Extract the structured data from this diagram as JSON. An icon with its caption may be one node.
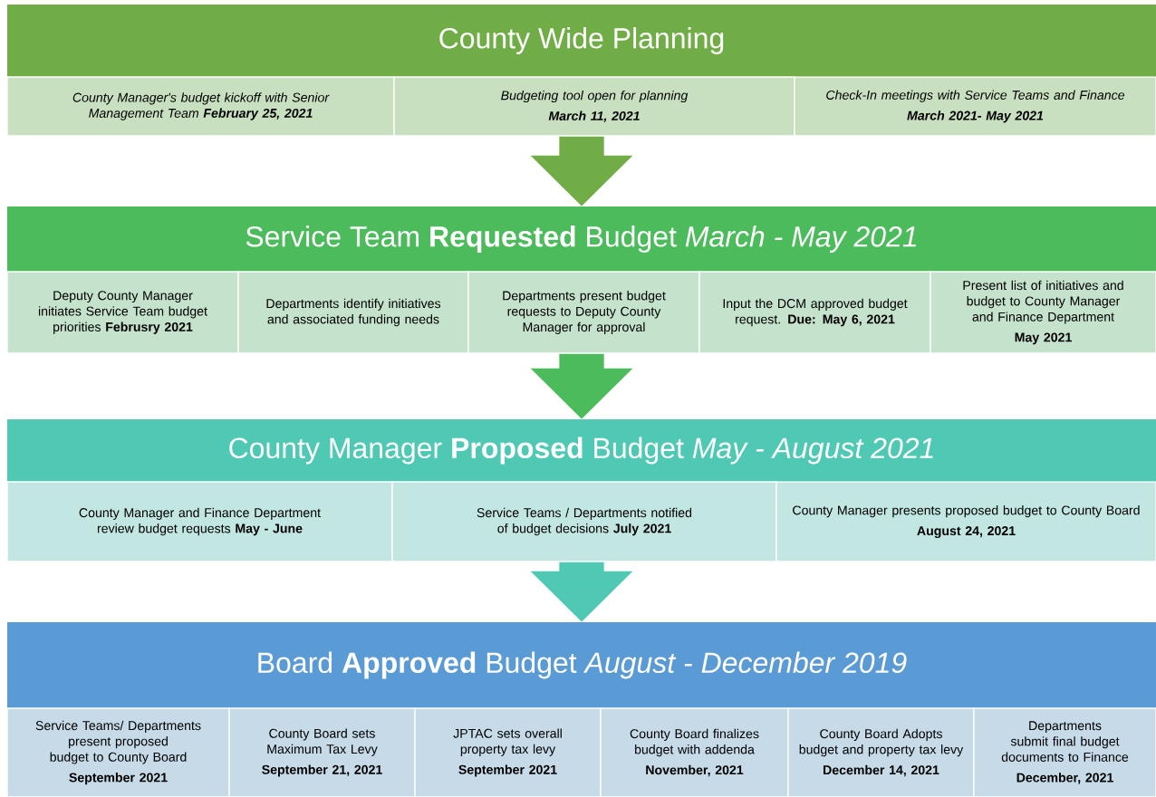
{
  "diagram": {
    "nodes": [
      {
        "text": [
          "County Wide Planning"
        ]
      },
      {
        "text": [
          "County Manager's budget kickoff with Senior Management Team **February 25, 2021**"
        ]
      },
      {
        "text": [
          "Budgeting tool open for planning",
          "March 11, 2021"
        ]
      },
      {
        "text": [
          "Check-In meetings with Service Teams and Finance",
          "March 2021- May 2021"
        ]
      },
      {
        "text": [
          "Service Team **Requested** Budget *March - May 2021*"
        ]
      },
      {
        "text": [
          "Deputy County Manager initiates Service Team budget priorities **Februsry 2021**"
        ]
      },
      {
        "text": [
          "Departments identify initiatives and associated funding needs"
        ]
      },
      {
        "text": [
          "Departments present budget requests to Deputy County Manager for approval"
        ]
      },
      {
        "text": [
          "Input the DCM approved budget request. **Due: May 6, 2021**"
        ]
      },
      {
        "text": [
          "Present list of initiatives and budget to County Manager and Finance Department",
          "May 2021"
        ]
      },
      {
        "text": [
          "County Manager **Proposed** Budget *May - August 2021*"
        ]
      },
      {
        "text": [
          "County Manager and Finance Department review budget requests **May - June**"
        ]
      },
      {
        "text": [
          "Service Teams / Departments notified of budget decisions **July 2021**"
        ]
      },
      {
        "text": [
          "County Manager presents proposed budget to County Board",
          "August 24, 2021"
        ]
      },
      {
        "text": [
          "Board **Approved** Budget *August - December 2019*"
        ]
      },
      {
        "text": [
          "Service Teams/ Departments present proposed budget to County Board",
          "September 2021"
        ]
      },
      {
        "text": [
          "County Board sets Maximum Tax Levy",
          "September 21, 2021"
        ]
      },
      {
        "text": [
          "JPTAC sets overall property tax levy",
          "September 2021"
        ]
      },
      {
        "text": [
          "County Board finalizes budget with addenda",
          "November, 2021"
        ]
      },
      {
        "text": [
          "County Board Adopts budget and property tax levy",
          "December 14, 2021"
        ]
      },
      {
        "text": [
          "Departments submit final budget documents to Finance",
          "December, 2021"
        ]
      }
    ],
    "edges": [
      {
        "from": 2,
        "to": 4,
        "arrow": "to",
        "color": "#70ad47"
      },
      {
        "from": 7,
        "to": 10,
        "arrow": "to",
        "color": "#4cbb5c"
      },
      {
        "from": 12,
        "to": 14,
        "arrow": "to",
        "color": "#4fc9b4"
      }
    ]
  }
}
